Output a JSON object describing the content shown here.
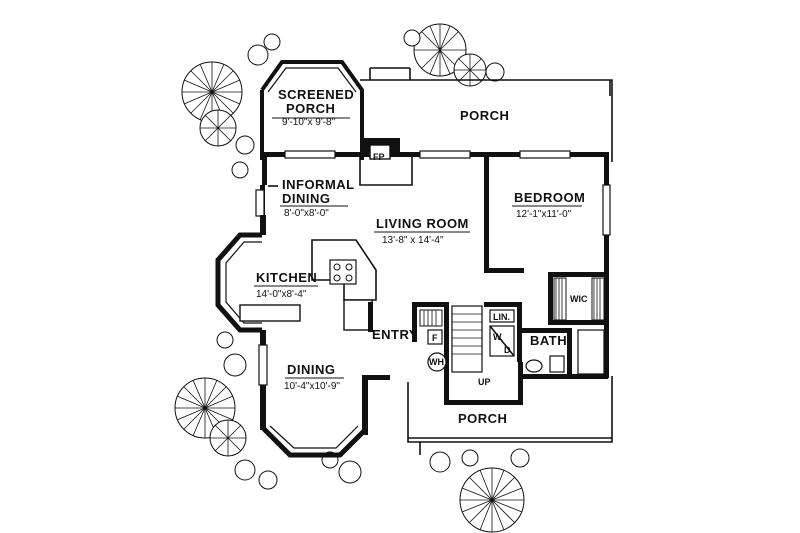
{
  "rooms": {
    "screened_porch": {
      "name_line1": "SCREENED",
      "name_line2": "PORCH",
      "dim": "9'-10\"x 9'-8\""
    },
    "porch_top": {
      "name": "PORCH"
    },
    "fireplace": {
      "name": "FP"
    },
    "informal_dining": {
      "name_line1": "INFORMAL",
      "name_line2": "DINING",
      "dim": "8'-0\"x8'-0\""
    },
    "living_room": {
      "name": "LIVING ROOM",
      "dim": "13'-8\" x 14'-4\""
    },
    "bedroom": {
      "name": "BEDROOM",
      "dim": "12'-1\"x11'-0\""
    },
    "kitchen": {
      "name": "KITCHEN",
      "dim": "14'-0\"x8'-4\""
    },
    "wic": {
      "name": "WIC"
    },
    "linen": {
      "name": "LIN."
    },
    "washer_dryer": {
      "w": "W",
      "d": "D"
    },
    "bath": {
      "name": "BATH"
    },
    "entry": {
      "name": "ENTRY"
    },
    "furnace": {
      "name": "F"
    },
    "water_heater": {
      "name": "WH"
    },
    "stair": {
      "name": "UP"
    },
    "dining": {
      "name": "DINING",
      "dim": "10'-4\"x10'-9\""
    },
    "porch_bottom": {
      "name": "PORCH"
    }
  }
}
